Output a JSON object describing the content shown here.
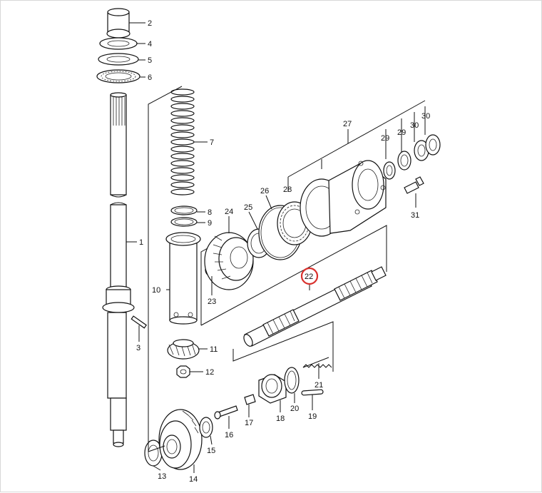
{
  "diagram": {
    "highlight_color": "#d9302c",
    "highlighted_part": "22",
    "callouts": {
      "c1": "1",
      "c2": "2",
      "c3": "3",
      "c4": "4",
      "c5": "5",
      "c6": "6",
      "c7": "7",
      "c8": "8",
      "c9": "9",
      "c10": "10",
      "c11": "11",
      "c12": "12",
      "c13": "13",
      "c14": "14",
      "c15": "15",
      "c16": "16",
      "c17": "17",
      "c18": "18",
      "c19": "19",
      "c20": "20",
      "c21": "21",
      "c22": "22",
      "c23": "23",
      "c24": "24",
      "c25": "25",
      "c26": "26",
      "c27": "27",
      "c28": "28",
      "c29a": "29",
      "c29b": "29",
      "c30a": "30",
      "c30b": "30",
      "c31": "31"
    }
  }
}
